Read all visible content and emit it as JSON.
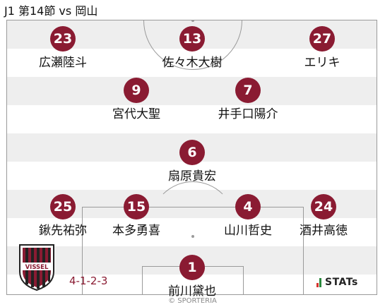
{
  "header": {
    "title": "J1 第14節 vs 岡山"
  },
  "players": [
    {
      "number": "23",
      "name": "広瀬陸斗"
    },
    {
      "number": "13",
      "name": "佐々木大樹"
    },
    {
      "number": "27",
      "name": "エリキ"
    },
    {
      "number": "9",
      "name": "宮代大聖"
    },
    {
      "number": "7",
      "name": "井手口陽介"
    },
    {
      "number": "6",
      "name": "扇原貴宏"
    },
    {
      "number": "25",
      "name": "鍬先祐弥"
    },
    {
      "number": "15",
      "name": "本多勇喜"
    },
    {
      "number": "4",
      "name": "山川哲史"
    },
    {
      "number": "24",
      "name": "酒井高徳"
    },
    {
      "number": "1",
      "name": "前川黛也"
    }
  ],
  "formation": "4-1-2-3",
  "club_crest": {
    "text": "VISSEL",
    "color": "#8a1b32"
  },
  "branding": {
    "stats_logo": "STATs",
    "copyright": "© SPORTERIA"
  },
  "colors": {
    "accent": "#8a1b32",
    "pitch_line": "#9a9a9a",
    "stripe": "#eeeeee"
  }
}
